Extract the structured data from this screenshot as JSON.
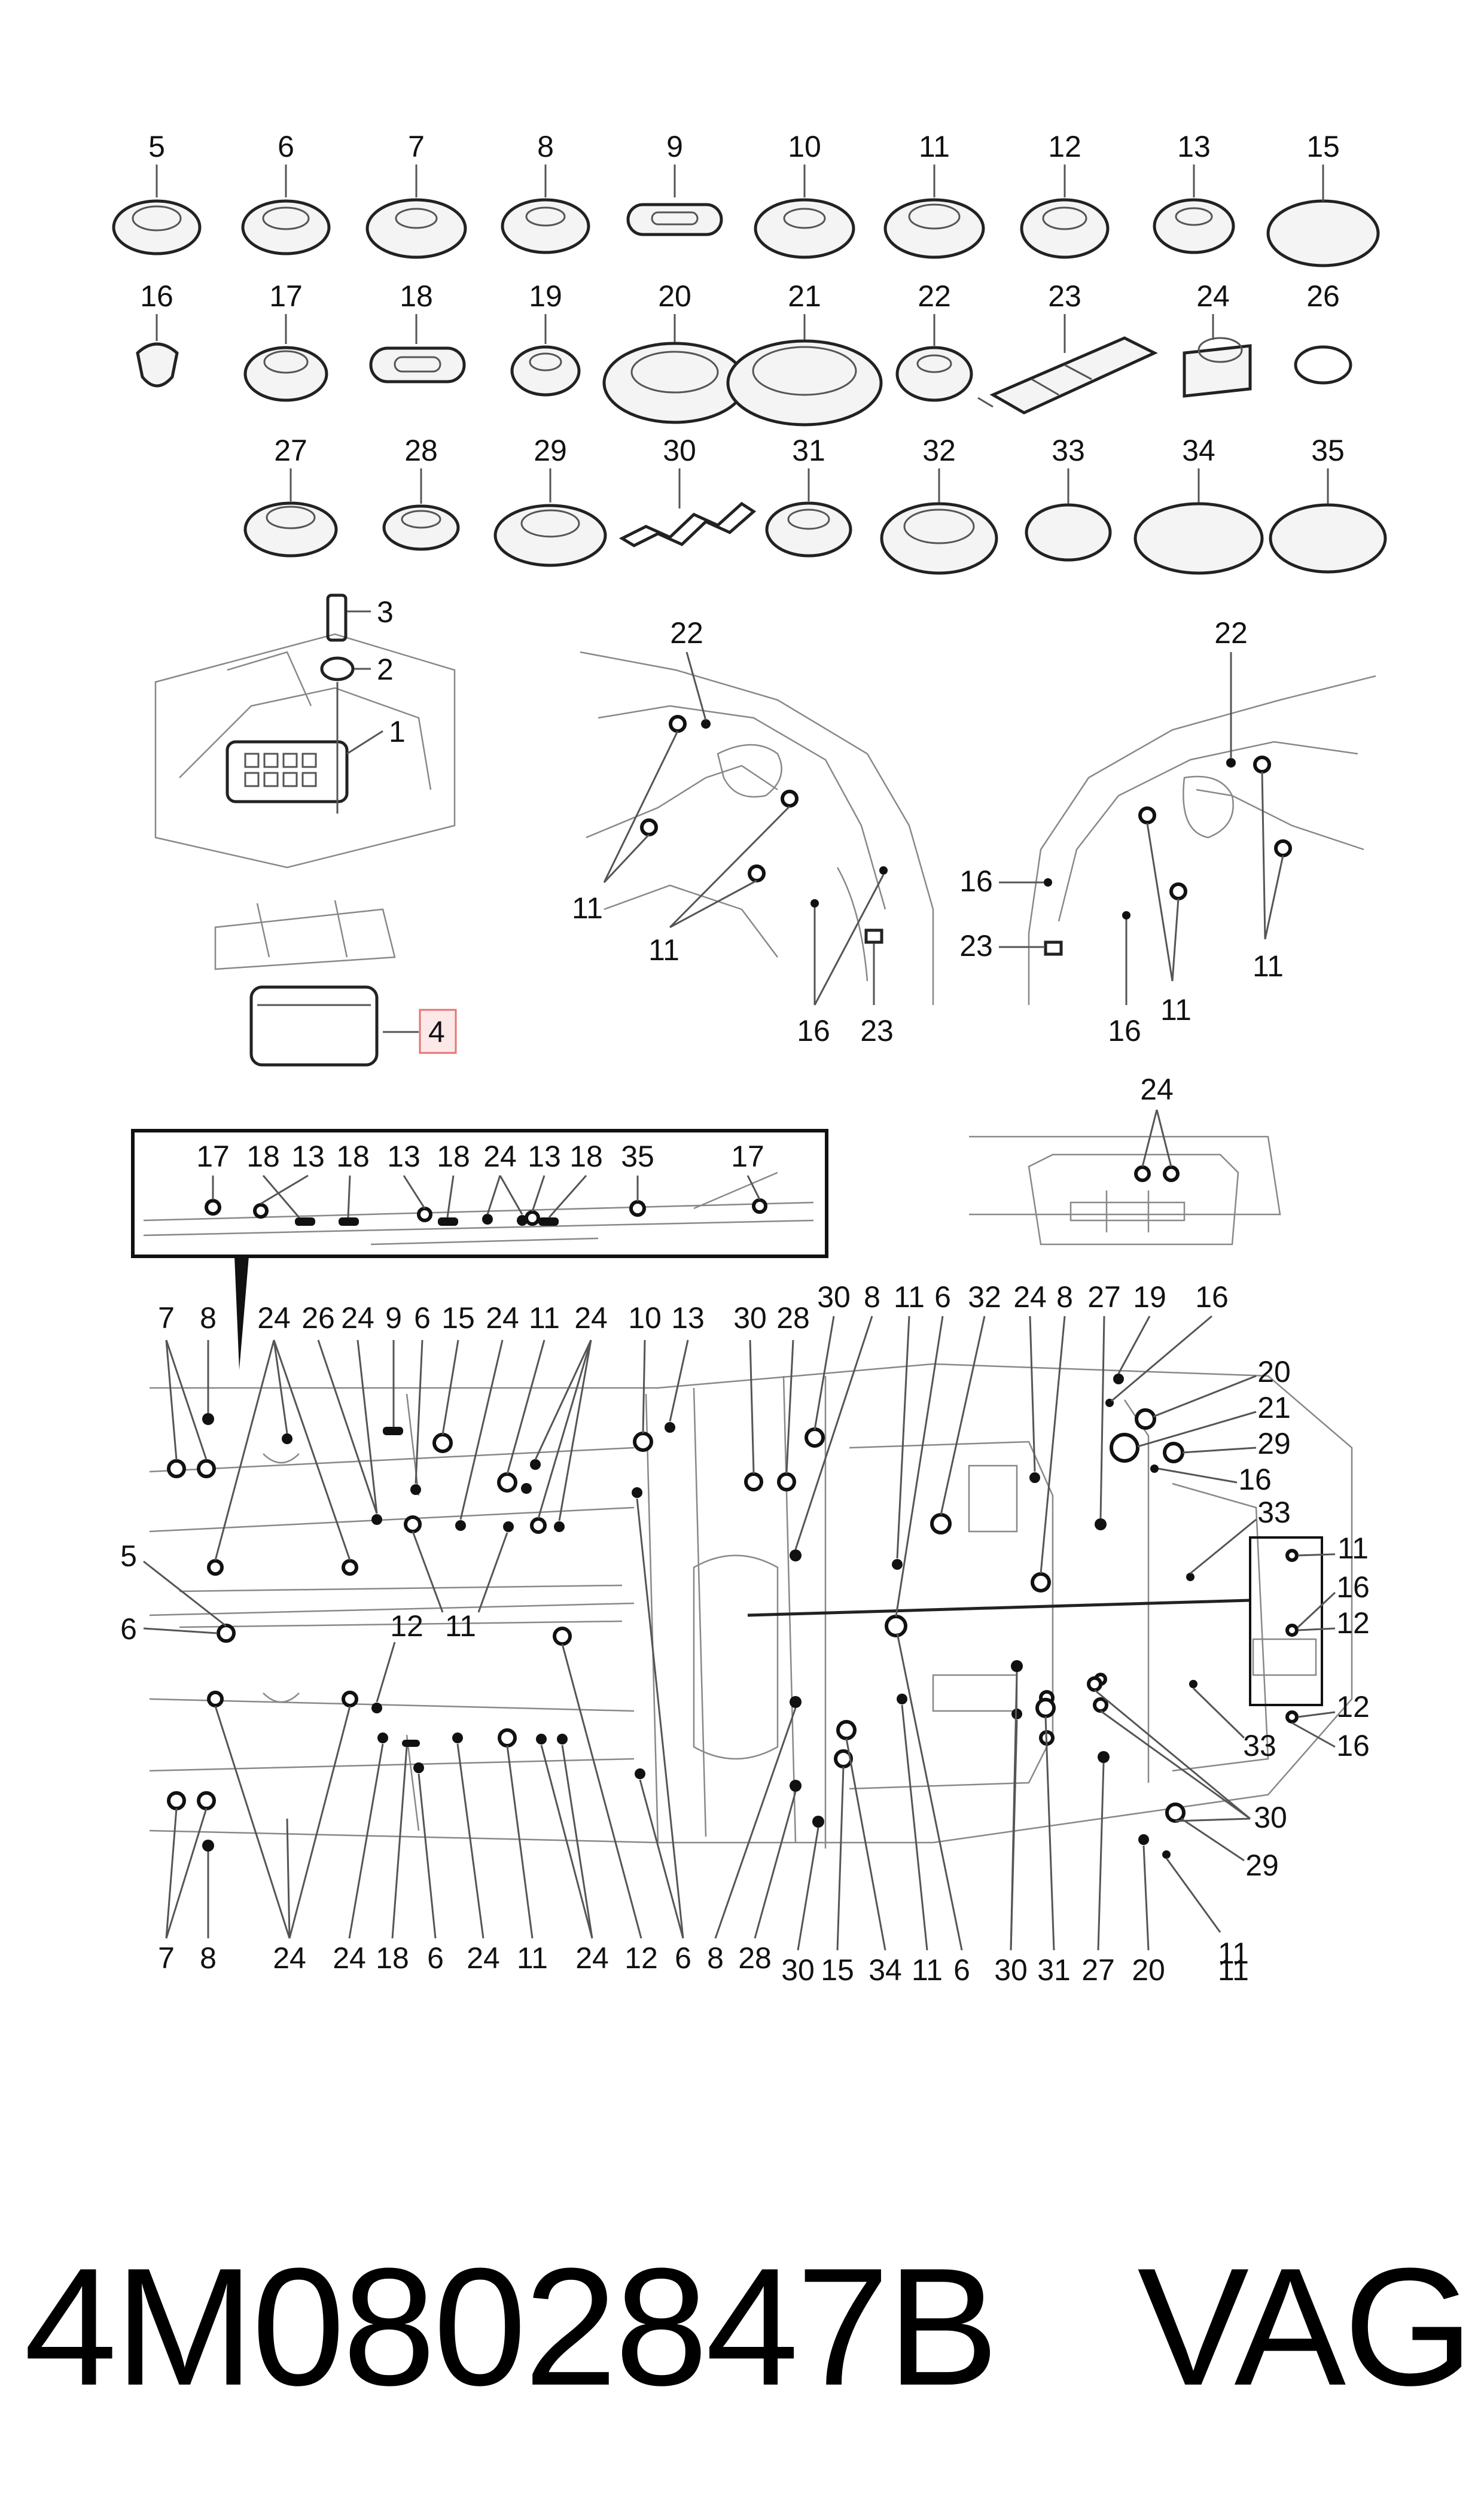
{
  "parts_row1": [
    "5",
    "6",
    "7",
    "8",
    "9",
    "10",
    "11",
    "12",
    "13",
    "15"
  ],
  "parts_row2": [
    "16",
    "17",
    "18",
    "19",
    "20",
    "21",
    "22",
    "23",
    "24",
    "26"
  ],
  "parts_row3": [
    "27",
    "28",
    "29",
    "30",
    "31",
    "32",
    "33",
    "34",
    "35"
  ],
  "detail_bracket": {
    "labels": [
      "3",
      "2",
      "1"
    ],
    "highlight_label": "4"
  },
  "detail_wheelarch_left": {
    "labels": [
      "22",
      "11",
      "11",
      "16",
      "23"
    ]
  },
  "detail_wheelarch_right": {
    "labels": [
      "22",
      "16",
      "23",
      "16",
      "11",
      "11"
    ]
  },
  "detail_sill": {
    "labels": [
      "17",
      "18",
      "13",
      "18",
      "13",
      "18",
      "24",
      "13",
      "18",
      "35",
      "17"
    ]
  },
  "detail_tunnel": {
    "labels": [
      "24"
    ]
  },
  "floor_top_labels": [
    "7",
    "8",
    "24",
    "26",
    "24",
    "9",
    "6",
    "15",
    "24",
    "11",
    "24",
    "10",
    "13",
    "30",
    "28",
    "30",
    "8",
    "11",
    "6",
    "32",
    "24",
    "8",
    "27",
    "19",
    "16"
  ],
  "floor_right_labels": [
    "20",
    "21",
    "29",
    "16",
    "33",
    "11",
    "16",
    "12",
    "12",
    "16",
    "33",
    "30",
    "29",
    "11"
  ],
  "floor_left_labels": [
    "5",
    "6",
    "12",
    "11"
  ],
  "floor_bottom_labels": [
    "7",
    "8",
    "24",
    "24",
    "18",
    "6",
    "24",
    "11",
    "24",
    "12",
    "6",
    "8",
    "28",
    "30",
    "15",
    "34",
    "11",
    "6",
    "30",
    "31",
    "27",
    "20",
    "11"
  ],
  "footer": {
    "part_number": "4M0802847B",
    "brand": "VAG"
  },
  "colors": {
    "ink": "#111111",
    "highlight_box": "#e57373",
    "background": "#ffffff"
  }
}
